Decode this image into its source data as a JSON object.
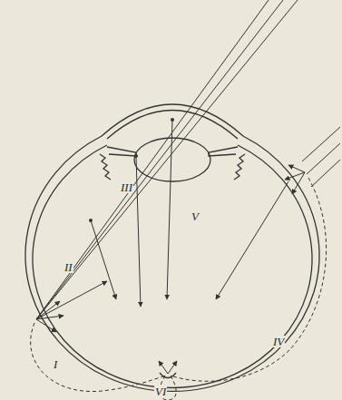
{
  "diagram": {
    "labels": [
      "III",
      "V",
      "II",
      "IV",
      "I",
      "VI"
    ]
  }
}
